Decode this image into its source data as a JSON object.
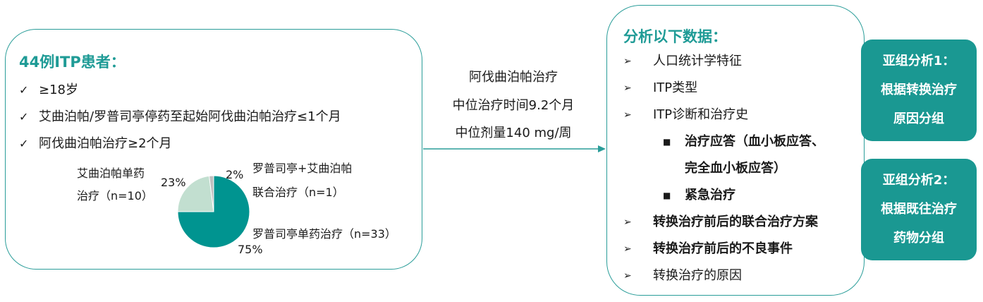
{
  "left_panel": {
    "title": "44例ITP患者：",
    "criteria": [
      "≥18岁",
      "艾曲泊帕/罗普司亭停药至起始阿伐曲泊帕治疗≤1个月",
      "阿伐曲泊帕治疗≥2个月"
    ],
    "check_mark": "✓"
  },
  "chart_data": {
    "type": "pie",
    "slices": [
      {
        "label_lines": [
          "罗普司亭单药治疗（n=33）"
        ],
        "value": 75,
        "pct_label": "75%",
        "color": "#009490"
      },
      {
        "label_lines": [
          "艾曲泊帕单药",
          "治疗（n=10）"
        ],
        "value": 23,
        "pct_label": "23%",
        "color": "#c2dfd0"
      },
      {
        "label_lines": [
          "罗普司亭+艾曲泊帕",
          "联合治疗（n=1）"
        ],
        "value": 2,
        "pct_label": "2%",
        "color": "#bfbfbf"
      }
    ]
  },
  "arrow_text": [
    "阿伐曲泊帕治疗",
    "中位治疗时间9.2个月",
    "中位剂量140 mg/周"
  ],
  "right_panel": {
    "title": "分析以下数据：",
    "arrow_glyph": "➢",
    "bullet_glyph": "■",
    "items": [
      {
        "text": "人口统计学特征"
      },
      {
        "text": "ITP类型"
      },
      {
        "text": "ITP诊断和治疗史"
      },
      {
        "text": "治疗应答（血小板应答、"
      },
      {
        "text": "完全血小板应答）"
      },
      {
        "text": "紧急治疗"
      },
      {
        "text": "转换治疗前后的联合治疗方案"
      },
      {
        "text": "转换治疗前后的不良事件"
      },
      {
        "text": "转换治疗的原因"
      }
    ]
  },
  "subgroups": [
    {
      "lines": [
        "亚组分析1：",
        "根据转换治疗",
        "原因分组"
      ]
    },
    {
      "lines": [
        "亚组分析2：",
        "根据既往治疗",
        "药物分组"
      ]
    }
  ]
}
